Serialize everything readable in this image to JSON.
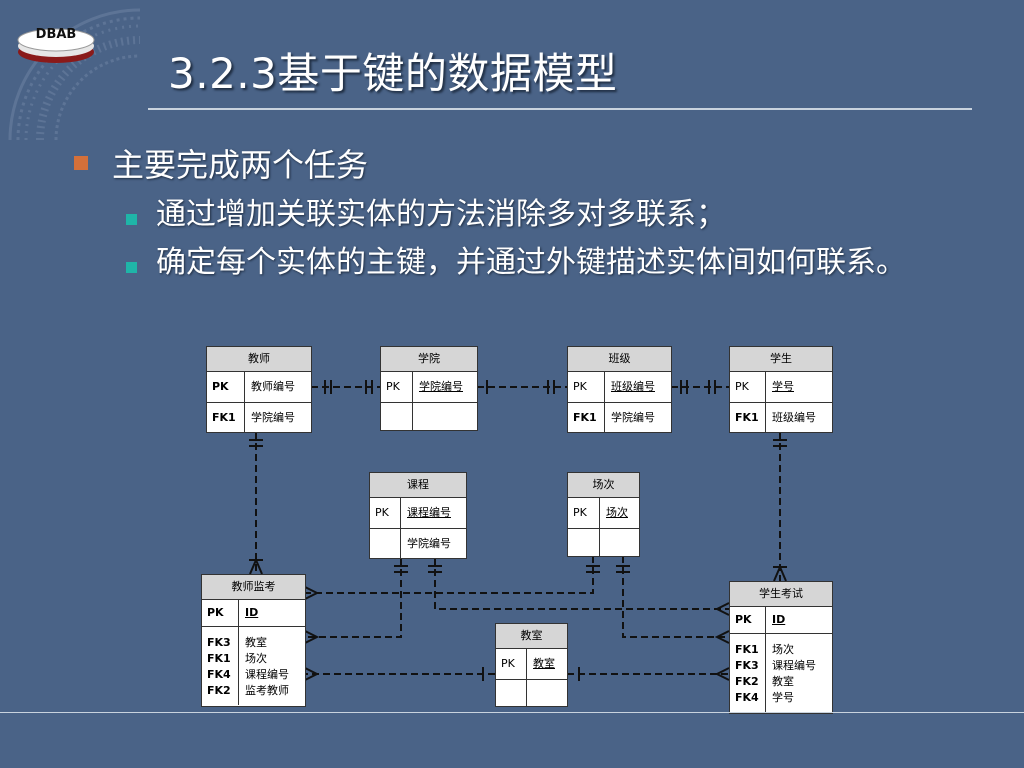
{
  "logo": {
    "text": "DBAB"
  },
  "title": "3.2.3基于键的数据模型",
  "bullets": {
    "main": "主要完成两个任务",
    "sub": [
      "通过增加关联实体的方法消除多对多联系；",
      "确定每个实体的主键，并通过外键描述实体间如何联系。"
    ]
  },
  "entities": {
    "teacher": {
      "name": "教师",
      "pk_label": "PK",
      "pk_field": "教师编号",
      "fk_label": "FK1",
      "fk_field": "学院编号"
    },
    "college": {
      "name": "学院",
      "pk_label": "PK",
      "pk_field": "学院编号"
    },
    "class": {
      "name": "班级",
      "pk_label": "PK",
      "pk_field": "班级编号",
      "fk_label": "FK1",
      "fk_field": "学院编号"
    },
    "student": {
      "name": "学生",
      "pk_label": "PK",
      "pk_field": "学号",
      "fk_label": "FK1",
      "fk_field": "班级编号"
    },
    "course": {
      "name": "课程",
      "pk_label": "PK",
      "pk_field": "课程编号",
      "attr_field": "学院编号"
    },
    "session": {
      "name": "场次",
      "pk_label": "PK",
      "pk_field": "场次"
    },
    "proctor": {
      "name": "教师监考",
      "pk_label": "PK",
      "pk_field": "ID",
      "fk_labels": [
        "FK3",
        "FK1",
        "FK4",
        "FK2"
      ],
      "fk_fields": [
        "教室",
        "场次",
        "课程编号",
        "监考教师"
      ]
    },
    "room": {
      "name": "教室",
      "pk_label": "PK",
      "pk_field": "教室"
    },
    "exam": {
      "name": "学生考试",
      "pk_label": "PK",
      "pk_field": "ID",
      "fk_labels": [
        "FK1",
        "FK3",
        "FK2",
        "FK4"
      ],
      "fk_fields": [
        "场次",
        "课程编号",
        "教室",
        "学号"
      ]
    }
  },
  "colors": {
    "background": "#4a6387",
    "bullet_main": "#d4703a",
    "bullet_sub": "#1fb5a8",
    "header_fill": "#d6d6d6"
  }
}
